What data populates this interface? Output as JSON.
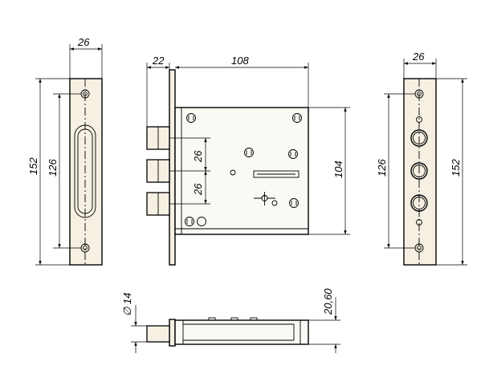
{
  "dimensions": {
    "faceplate_width": "26",
    "faceplate_height": "152",
    "faceplate_hole_spacing": "126",
    "backset": "22",
    "case_width": "108",
    "case_height": "104",
    "bolt_spacing_upper": "26",
    "bolt_spacing_lower": "26",
    "strike_width": "26",
    "strike_hole_spacing": "126",
    "strike_height": "152",
    "bolt_diameter": "∅ 14",
    "case_thickness": "20,60"
  },
  "colors": {
    "plate_fill": "#f6f0e3",
    "line": "#000000"
  }
}
